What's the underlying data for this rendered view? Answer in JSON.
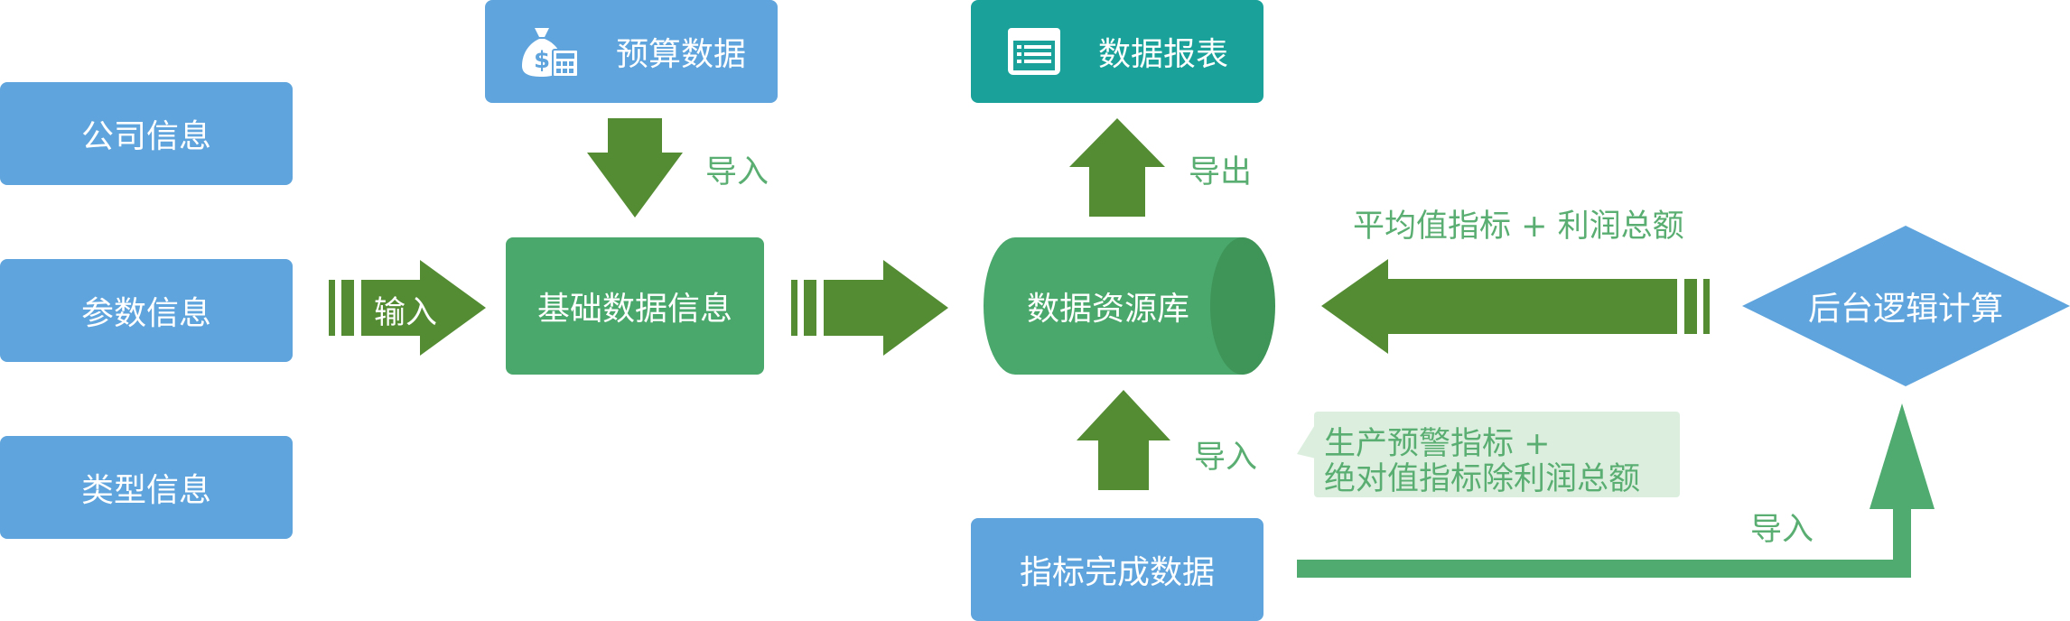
{
  "left_boxes": [
    "公司信息",
    "参数信息",
    "类型信息"
  ],
  "budget": {
    "label": "预算数据",
    "icon": "money-bag-calculator-icon"
  },
  "report": {
    "label": "数据报表",
    "icon": "list-document-icon"
  },
  "base_info": "基础数据信息",
  "database": "数据资源库",
  "backend": "后台逻辑计算",
  "indicator": "指标完成数据",
  "labels": {
    "input": "输入",
    "import_top": "导入",
    "export_top": "导出",
    "import_mid": "导入",
    "import_bottom": "导入",
    "formula_top": "平均值指标 + 利润总额",
    "formula_line1": "生产预警指标 +",
    "formula_line2": "绝对值指标除利润总额"
  },
  "colors": {
    "blue": "#5fa4dc",
    "green_box": "#4aa86c",
    "teal": "#1aa29a",
    "dark_green_arrow": "#548c34",
    "light_green": "#4fab6f",
    "text_green": "#5aae72",
    "callout_bg": "#dcefdf"
  }
}
